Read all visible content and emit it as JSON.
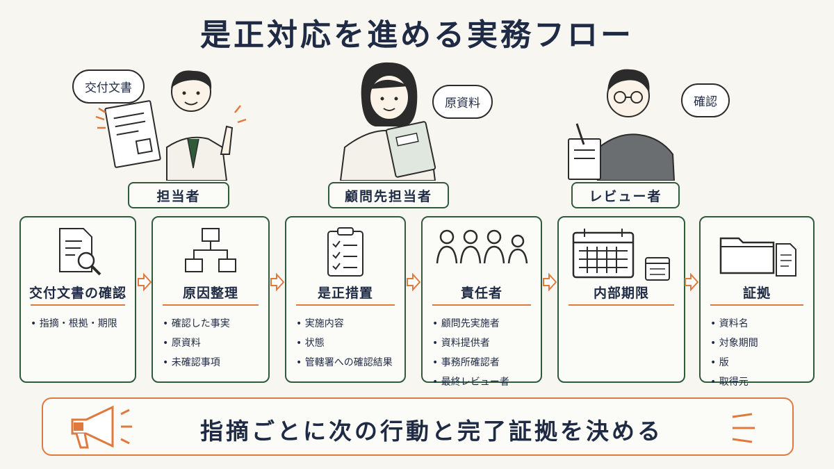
{
  "title": "是正対応を進める実務フロー",
  "roles": [
    {
      "label": "担当者",
      "bubble": "交付文書"
    },
    {
      "label": "顧問先担当者",
      "bubble": "原資料"
    },
    {
      "label": "レビュー者",
      "bubble": "確認"
    }
  ],
  "steps": [
    {
      "title": "交付文書の確認",
      "icon": "document-search-icon",
      "items": [
        "指摘・根拠・期限"
      ]
    },
    {
      "title": "原因整理",
      "icon": "flowchart-icon",
      "items": [
        "確認した事実",
        "原資料",
        "未確認事項"
      ]
    },
    {
      "title": "是正措置",
      "icon": "checklist-icon",
      "items": [
        "実施内容",
        "状態",
        "管轄署への確認結果"
      ]
    },
    {
      "title": "責任者",
      "icon": "people-icon",
      "items": [
        "顧問先実施者",
        "資料提供者",
        "事務所確認者",
        "最終レビュー者"
      ]
    },
    {
      "title": "内部期限",
      "icon": "calendar-icon",
      "items": []
    },
    {
      "title": "証拠",
      "icon": "folder-document-icon",
      "items": [
        "資料名",
        "対象期間",
        "版",
        "取得元"
      ]
    }
  ],
  "banner": {
    "text": "指摘ごとに次の行動と完了証拠を決める",
    "icon": "megaphone-icon"
  },
  "colors": {
    "accent": "#e0793e",
    "border": "#2f5b3a",
    "text": "#1f2a44",
    "background": "#f7f6f1"
  }
}
